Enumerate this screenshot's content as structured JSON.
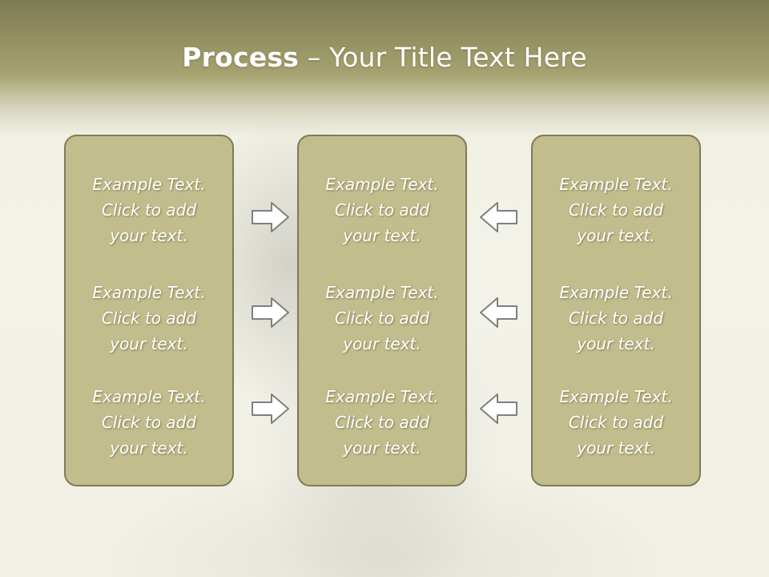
{
  "slide": {
    "title_bold": "Process",
    "title_rest": " – Your Title Text Here"
  },
  "columns": [
    {
      "items": [
        {
          "line1": "Example Text.",
          "line2": "Click  to add",
          "line3": "your text."
        },
        {
          "line1": "Example Text.",
          "line2": "Click  to add",
          "line3": "your text."
        },
        {
          "line1": "Example Text.",
          "line2": "Click  to add",
          "line3": "your text."
        }
      ]
    },
    {
      "items": [
        {
          "line1": "Example Text.",
          "line2": "Click  to add",
          "line3": "your text."
        },
        {
          "line1": "Example Text.",
          "line2": "Click  to add",
          "line3": "your text."
        },
        {
          "line1": "Example Text.",
          "line2": "Click  to add",
          "line3": "your text."
        }
      ]
    },
    {
      "items": [
        {
          "line1": "Example Text.",
          "line2": "Click  to add",
          "line3": "your text."
        },
        {
          "line1": "Example Text.",
          "line2": "Click  to add",
          "line3": "your text."
        },
        {
          "line1": "Example Text.",
          "line2": "Click  to add",
          "line3": "your text."
        }
      ]
    }
  ],
  "arrows": {
    "left_side": "right-arrow-icon",
    "right_side": "left-arrow-icon"
  },
  "colors": {
    "header": "#908e5f",
    "box_fill": "#c2bd8c",
    "box_border": "#7e7b57",
    "text": "#ffffff"
  }
}
